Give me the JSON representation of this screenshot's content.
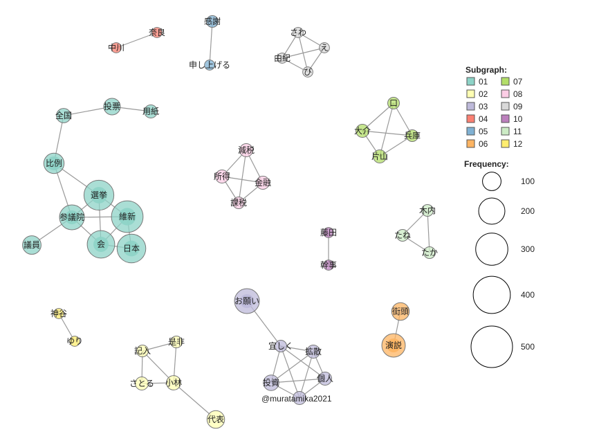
{
  "credit": "@muratamika2021",
  "legend": {
    "subgraph_title": "Subgraph:",
    "frequency_title": "Frequency:",
    "groups": [
      {
        "id": "01",
        "color": "#8dd3c7"
      },
      {
        "id": "02",
        "color": "#ffffb3"
      },
      {
        "id": "03",
        "color": "#bebada"
      },
      {
        "id": "04",
        "color": "#fb8072"
      },
      {
        "id": "05",
        "color": "#80b1d3"
      },
      {
        "id": "06",
        "color": "#fdb462"
      },
      {
        "id": "07",
        "color": "#b3de69"
      },
      {
        "id": "08",
        "color": "#fccde5"
      },
      {
        "id": "09",
        "color": "#d9d9d9"
      },
      {
        "id": "10",
        "color": "#bc80bd"
      },
      {
        "id": "11",
        "color": "#ccebc5"
      },
      {
        "id": "12",
        "color": "#ffed6f"
      }
    ],
    "frequency_levels": [
      100,
      200,
      300,
      400,
      500
    ]
  },
  "nodes": [
    {
      "label": "奈良",
      "group": "04",
      "freq": 30
    },
    {
      "label": "中川",
      "group": "04",
      "freq": 30
    },
    {
      "label": "感謝",
      "group": "05",
      "freq": 40
    },
    {
      "label": "申し上げる",
      "group": "05",
      "freq": 30
    },
    {
      "label": "さわ",
      "group": "09",
      "freq": 30
    },
    {
      "label": "え",
      "group": "09",
      "freq": 30
    },
    {
      "label": "由紀",
      "group": "09",
      "freq": 30
    },
    {
      "label": "び",
      "group": "09",
      "freq": 30
    },
    {
      "label": "投票",
      "group": "01",
      "freq": 80
    },
    {
      "label": "全国",
      "group": "01",
      "freq": 60
    },
    {
      "label": "用紙",
      "group": "01",
      "freq": 50
    },
    {
      "label": "比例",
      "group": "01",
      "freq": 120
    },
    {
      "label": "選挙",
      "group": "01",
      "freq": 260
    },
    {
      "label": "参議院",
      "group": "01",
      "freq": 180
    },
    {
      "label": "維新",
      "group": "01",
      "freq": 290
    },
    {
      "label": "会",
      "group": "01",
      "freq": 220
    },
    {
      "label": "日本",
      "group": "01",
      "freq": 240
    },
    {
      "label": "議員",
      "group": "01",
      "freq": 100
    },
    {
      "label": "減税",
      "group": "08",
      "freq": 50
    },
    {
      "label": "所得",
      "group": "08",
      "freq": 50
    },
    {
      "label": "金融",
      "group": "08",
      "freq": 50
    },
    {
      "label": "課税",
      "group": "08",
      "freq": 40
    },
    {
      "label": "口",
      "group": "07",
      "freq": 40
    },
    {
      "label": "大介",
      "group": "07",
      "freq": 50
    },
    {
      "label": "兵庫",
      "group": "07",
      "freq": 40
    },
    {
      "label": "片山",
      "group": "07",
      "freq": 50
    },
    {
      "label": "木内",
      "group": "11",
      "freq": 40
    },
    {
      "label": "たね",
      "group": "11",
      "freq": 40
    },
    {
      "label": "たか",
      "group": "11",
      "freq": 40
    },
    {
      "label": "藤田",
      "group": "10",
      "freq": 30
    },
    {
      "label": "幹事",
      "group": "10",
      "freq": 30
    },
    {
      "label": "お願い",
      "group": "03",
      "freq": 180
    },
    {
      "label": "宜しく",
      "group": "03",
      "freq": 40
    },
    {
      "label": "拡散",
      "group": "03",
      "freq": 50
    },
    {
      "label": "個人",
      "group": "03",
      "freq": 50
    },
    {
      "label": "投資",
      "group": "03",
      "freq": 70
    },
    {
      "label": "",
      "group": "03",
      "freq": 50
    },
    {
      "label": "街頭",
      "group": "06",
      "freq": 90
    },
    {
      "label": "演説",
      "group": "06",
      "freq": 160
    },
    {
      "label": "神谷",
      "group": "12",
      "freq": 30
    },
    {
      "label": "ゆり",
      "group": "12",
      "freq": 30
    },
    {
      "label": "是非",
      "group": "02",
      "freq": 40
    },
    {
      "label": "記入",
      "group": "02",
      "freq": 40
    },
    {
      "label": "小林",
      "group": "02",
      "freq": 60
    },
    {
      "label": "さとる",
      "group": "02",
      "freq": 50
    },
    {
      "label": "代表",
      "group": "02",
      "freq": 90
    }
  ],
  "edges": [
    [
      "奈良",
      "中川"
    ],
    [
      "感謝",
      "申し上げる"
    ],
    [
      "さわ",
      "え"
    ],
    [
      "さわ",
      "由紀"
    ],
    [
      "さわ",
      "び"
    ],
    [
      "え",
      "由紀"
    ],
    [
      "え",
      "び"
    ],
    [
      "由紀",
      "び"
    ],
    [
      "全国",
      "投票"
    ],
    [
      "投票",
      "用紙"
    ],
    [
      "全国",
      "比例"
    ],
    [
      "比例",
      "選挙"
    ],
    [
      "比例",
      "参議院"
    ],
    [
      "選挙",
      "参議院"
    ],
    [
      "選挙",
      "維新"
    ],
    [
      "選挙",
      "会"
    ],
    [
      "参議院",
      "維新"
    ],
    [
      "参議院",
      "会"
    ],
    [
      "参議院",
      "議員"
    ],
    [
      "維新",
      "会"
    ],
    [
      "維新",
      "日本"
    ],
    [
      "会",
      "日本"
    ],
    [
      "減税",
      "所得"
    ],
    [
      "減税",
      "金融"
    ],
    [
      "減税",
      "課税"
    ],
    [
      "所得",
      "金融"
    ],
    [
      "所得",
      "課税"
    ],
    [
      "金融",
      "課税"
    ],
    [
      "口",
      "大介"
    ],
    [
      "口",
      "兵庫"
    ],
    [
      "口",
      "片山"
    ],
    [
      "大介",
      "兵庫"
    ],
    [
      "大介",
      "片山"
    ],
    [
      "兵庫",
      "片山"
    ],
    [
      "木内",
      "たね"
    ],
    [
      "木内",
      "たか"
    ],
    [
      "たね",
      "たか"
    ],
    [
      "藤田",
      "幹事"
    ],
    [
      "お願い",
      "宜しく"
    ],
    [
      "宜しく",
      "拡散"
    ],
    [
      "宜しく",
      "個人"
    ],
    [
      "宜しく",
      "投資"
    ],
    [
      "宜しく",
      ""
    ],
    [
      "拡散",
      "個人"
    ],
    [
      "拡散",
      "投資"
    ],
    [
      "拡散",
      ""
    ],
    [
      "個人",
      "投資"
    ],
    [
      "個人",
      ""
    ],
    [
      "投資",
      ""
    ],
    [
      "街頭",
      "演説"
    ],
    [
      "神谷",
      "ゆり"
    ],
    [
      "是非",
      "記入"
    ],
    [
      "是非",
      "小林"
    ],
    [
      "記入",
      "小林"
    ],
    [
      "記入",
      "さとる"
    ],
    [
      "小林",
      "さとる"
    ],
    [
      "小林",
      "代表"
    ]
  ]
}
